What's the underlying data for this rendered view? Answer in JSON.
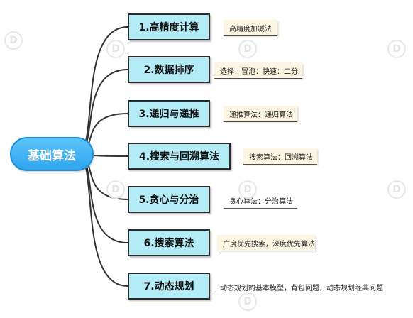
{
  "root": {
    "label": "基础算法"
  },
  "topics": [
    {
      "label": "1.高精度计算",
      "note": "高精度加减法"
    },
    {
      "label": "2.数据排序",
      "note": "选择：冒泡：快速：二分"
    },
    {
      "label": "3.递归与递推",
      "note": "递推算法：递归算法"
    },
    {
      "label": "4.搜索与回溯算法",
      "note": "搜索算法：回溯算法"
    },
    {
      "label": "5.贪心与分治",
      "note": "贪心算法：分治算法"
    },
    {
      "label": "6.搜索算法",
      "note": "广度优先搜索，深度优先算法"
    },
    {
      "label": "7.动态规划",
      "note": "动态规划的基本模型，背包问题，动态规划经典问题"
    }
  ],
  "colors": {
    "root_fill": "#3fb2f4",
    "topic_fill": "#b3ecf7",
    "note_fill": "#fbf5e1",
    "connector": "#333333"
  },
  "watermark_icon": "edraw-watermark-icon"
}
